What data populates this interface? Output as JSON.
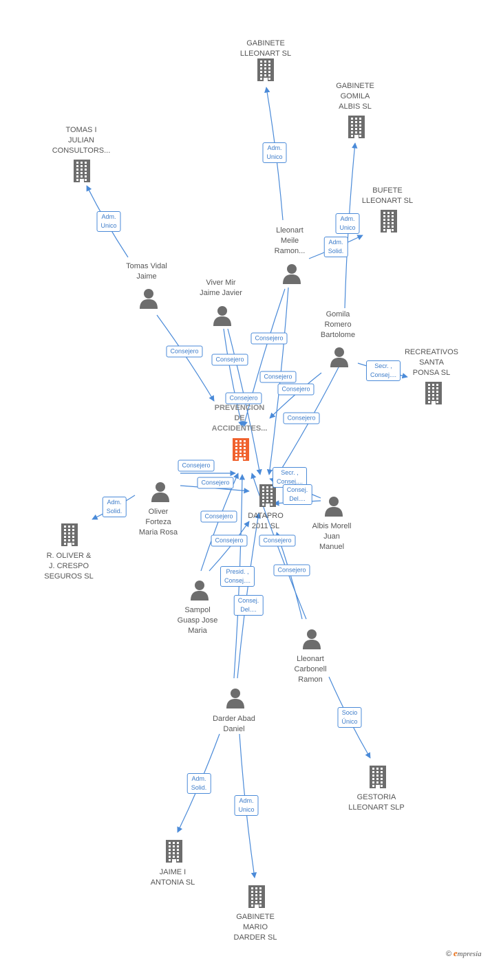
{
  "colors": {
    "edge": "#4a8ad8",
    "company": "#6d6d6d",
    "main_company": "#f0622e",
    "person": "#6d6d6d",
    "label_text": "#555555"
  },
  "brand": {
    "copyright": "©",
    "initial": "e",
    "rest": "mpresia"
  },
  "nodes": [
    {
      "id": "gab_lleonart",
      "type": "company",
      "label": "GABINETE\nLLEONART SL",
      "icon": "building-icon"
    },
    {
      "id": "gab_gomila",
      "type": "company",
      "label": "GABINETE\nGOMILA\nALBIS SL",
      "icon": "building-icon"
    },
    {
      "id": "tomas_consult",
      "type": "company",
      "label": "TOMAS I\nJULIAN\nCONSULTORS...",
      "icon": "building-icon"
    },
    {
      "id": "bufete",
      "type": "company",
      "label": "BUFETE\nLLEONART SL",
      "icon": "building-icon"
    },
    {
      "id": "lleonart_meile",
      "type": "person",
      "label": "Lleonart\nMeile\nRamon...",
      "icon": "person-icon"
    },
    {
      "id": "tomas_vidal",
      "type": "person",
      "label": "Tomas Vidal\nJaime",
      "icon": "person-icon"
    },
    {
      "id": "viver",
      "type": "person",
      "label": "Viver Mir\nJaime Javier",
      "icon": "person-icon"
    },
    {
      "id": "gomila_romero",
      "type": "person",
      "label": "Gomila\nRomero\nBartolome",
      "icon": "person-icon"
    },
    {
      "id": "recreativos",
      "type": "company",
      "label": "RECREATIVOS\nSANTA\nPONSA SL",
      "icon": "building-icon"
    },
    {
      "id": "prevencion",
      "type": "main",
      "label": "PREVENCION\nDE\nACCIDENTES...",
      "icon": "building-icon"
    },
    {
      "id": "oliver",
      "type": "person",
      "label": "Oliver\nForteza\nMaria Rosa",
      "icon": "person-icon"
    },
    {
      "id": "datapro",
      "type": "company",
      "label": "DATAPRO\n2011 SL",
      "icon": "building-icon"
    },
    {
      "id": "albis",
      "type": "person",
      "label": "Albis Morell\nJuan\nManuel",
      "icon": "person-icon"
    },
    {
      "id": "roliver",
      "type": "company",
      "label": "R.  OLIVER &\nJ. CRESPO\nSEGUROS SL",
      "icon": "building-icon"
    },
    {
      "id": "sampol",
      "type": "person",
      "label": "Sampol\nGuasp Jose\nMaria",
      "icon": "person-icon"
    },
    {
      "id": "lleonart_carbonell",
      "type": "person",
      "label": "Lleonart\nCarbonell\nRamon",
      "icon": "person-icon"
    },
    {
      "id": "darder",
      "type": "person",
      "label": "Darder Abad\nDaniel",
      "icon": "person-icon"
    },
    {
      "id": "gestoria",
      "type": "company",
      "label": "GESTORIA\nLLEONART  SLP",
      "icon": "building-icon"
    },
    {
      "id": "jaime_antonia",
      "type": "company",
      "label": "JAIME I\nANTONIA SL",
      "icon": "building-icon"
    },
    {
      "id": "gab_mario",
      "type": "company",
      "label": "GABINETE\nMARIO\nDARDER SL",
      "icon": "building-icon"
    }
  ],
  "edges": [
    {
      "from": "lleonart_meile",
      "to": "gab_lleonart",
      "label": "Adm.\nUnico"
    },
    {
      "from": "gomila_romero",
      "to": "gab_gomila",
      "label": "Adm.\nUnico"
    },
    {
      "from": "lleonart_meile",
      "to": "bufete",
      "label": "Adm.\nSolid."
    },
    {
      "from": "tomas_vidal",
      "to": "tomas_consult",
      "label": "Adm.\nUnico"
    },
    {
      "from": "tomas_vidal",
      "to": "prevencion",
      "label": "Consejero"
    },
    {
      "from": "viver",
      "to": "prevencion",
      "label": "Consejero"
    },
    {
      "from": "viver",
      "to": "datapro",
      "label": "Consejero"
    },
    {
      "from": "lleonart_meile",
      "to": "prevencion",
      "label": "Consejero"
    },
    {
      "from": "lleonart_meile",
      "to": "datapro",
      "label": "Consejero"
    },
    {
      "from": "gomila_romero",
      "to": "prevencion",
      "label": "Consejero"
    },
    {
      "from": "gomila_romero",
      "to": "datapro",
      "label": "Consejero"
    },
    {
      "from": "gomila_romero",
      "to": "recreativos",
      "label": "Secr. ,\nConsej...."
    },
    {
      "from": "oliver",
      "to": "roliver",
      "label": "Adm.\nSolid."
    },
    {
      "from": "oliver",
      "to": "prevencion",
      "label": "Consejero"
    },
    {
      "from": "oliver",
      "to": "datapro",
      "label": "Consejero"
    },
    {
      "from": "sampol",
      "to": "prevencion",
      "label": "Consejero"
    },
    {
      "from": "sampol",
      "to": "datapro",
      "label": "Consejero"
    },
    {
      "from": "lleonart_carbonell",
      "to": "prevencion",
      "label": "Consejero"
    },
    {
      "from": "lleonart_carbonell",
      "to": "datapro",
      "label": "Consejero"
    },
    {
      "from": "lleonart_carbonell",
      "to": "gestoria",
      "label": "Socio\nÚnico"
    },
    {
      "from": "darder",
      "to": "prevencion",
      "label": "Presid. ,\nConsej...."
    },
    {
      "from": "darder",
      "to": "datapro",
      "label": "Consej.\nDel...."
    },
    {
      "from": "darder",
      "to": "jaime_antonia",
      "label": "Adm.\nSolid."
    },
    {
      "from": "darder",
      "to": "gab_mario",
      "label": "Adm.\nUnico"
    },
    {
      "from": "albis",
      "to": "prevencion",
      "label": "Secr. ,\nConsej...."
    },
    {
      "from": "albis",
      "to": "datapro",
      "label": "Consej.\nDel...."
    }
  ]
}
